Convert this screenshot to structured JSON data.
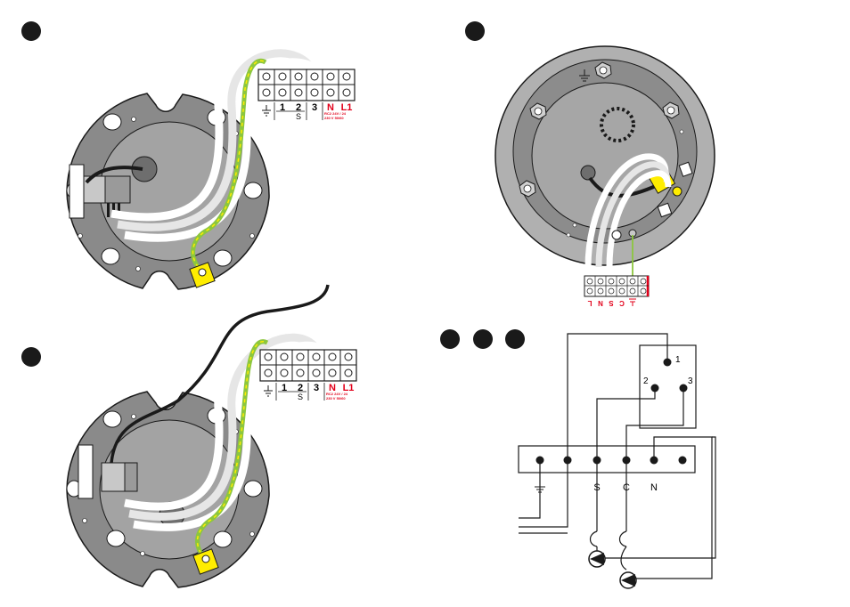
{
  "panel_a": {
    "terminal_labels": [
      "1",
      "2",
      "3",
      "N",
      "L1"
    ],
    "sub_label": "S",
    "spec_line1": "RC2  24V / 24",
    "spec_line2": "230 V  50/60"
  },
  "panel_b": {
    "terminal_labels": [
      "1",
      "2",
      "3",
      "N",
      "L1"
    ],
    "sub_label": "S",
    "spec_line1": "RC2  24V / 24",
    "spec_line2": "230 V  50/60"
  },
  "panel_c": {
    "strip_labels": [
      "L",
      "N",
      "S",
      "C"
    ]
  },
  "panel_d": {
    "switch_labels": [
      "1",
      "2",
      "3"
    ],
    "terminal_labels": [
      "S",
      "C",
      "N"
    ]
  },
  "colors": {
    "marker": "#1a1a1a",
    "plate": "#8a8a8a",
    "earth_wire": "#8cc63f",
    "accent_red": "#e2001a",
    "connector": "#ffed00"
  }
}
